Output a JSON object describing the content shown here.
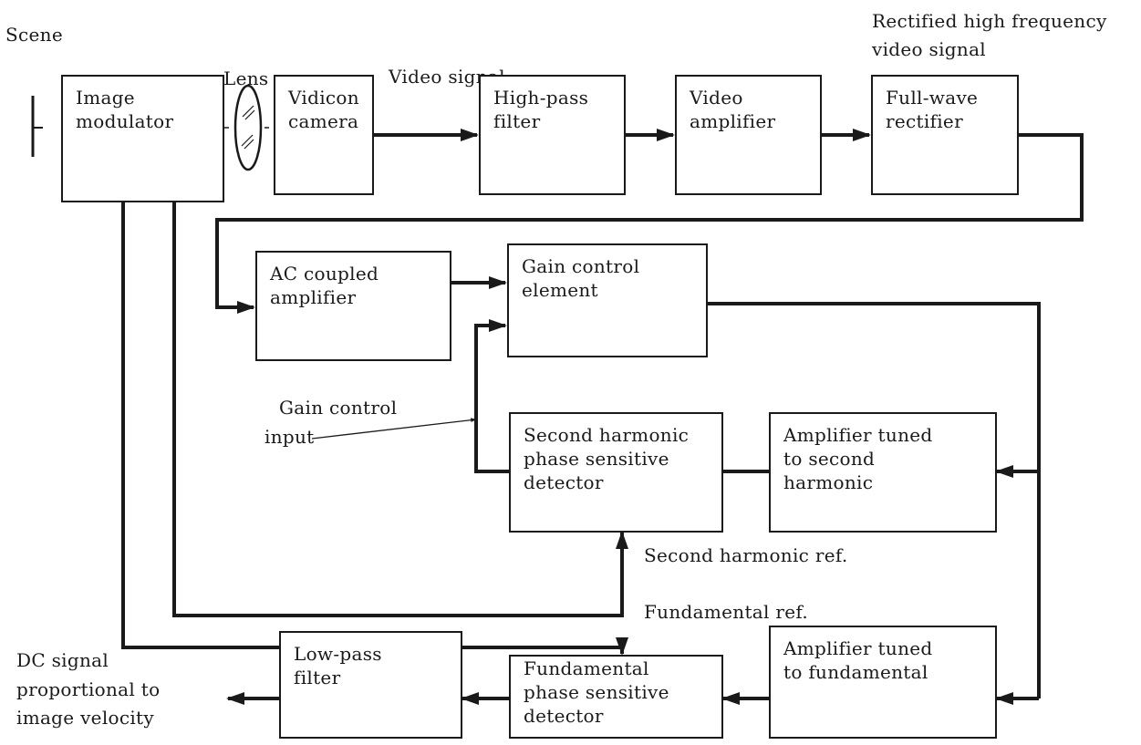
{
  "labels": {
    "scene": "Scene",
    "lens": "Lens",
    "video_signal": "Video signal",
    "rectified_line1": "Rectified high frequency",
    "rectified_line2": "video signal",
    "gain_control_line1": "Gain control",
    "gain_control_line2": "input",
    "second_harmonic_ref": "Second harmonic ref.",
    "fundamental_ref": "Fundamental ref.",
    "output_line1": "DC signal",
    "output_line2": "proportional to",
    "output_line3": "image velocity"
  },
  "blocks": {
    "image_modulator": [
      "Image",
      "modulator"
    ],
    "vidicon_camera": [
      "Vidicon",
      "camera"
    ],
    "high_pass_filter": [
      "High-pass",
      "filter"
    ],
    "video_amplifier": [
      "Video",
      "amplifier"
    ],
    "full_wave_rectifier": [
      "Full-wave",
      "rectifier"
    ],
    "ac_coupled_amplifier": [
      "AC coupled",
      "amplifier"
    ],
    "gain_control_element": [
      "Gain control",
      "element"
    ],
    "second_harmonic_detector": [
      "Second harmonic",
      "phase sensitive",
      "detector"
    ],
    "amp_tuned_second": [
      "Amplifier tuned",
      "to second",
      "harmonic"
    ],
    "low_pass_filter": [
      "Low-pass",
      "filter"
    ],
    "fundamental_detector": [
      "Fundamental",
      "phase sensitive",
      "detector"
    ],
    "amp_tuned_fundamental": [
      "Amplifier tuned",
      "to fundamental"
    ]
  },
  "colors": {
    "ink": "#1a1a1a",
    "background": "#ffffff"
  }
}
